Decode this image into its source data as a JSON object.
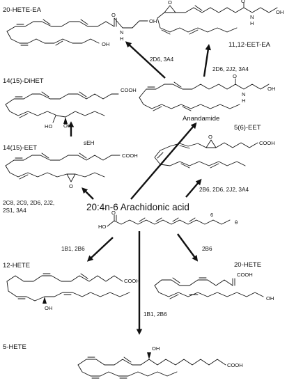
{
  "compounds": {
    "hete_ea_20": {
      "name": "20-HETE-EA",
      "oh": "OH",
      "carbonyl_o": "O",
      "amide_nh": "N",
      "amide_h": "H",
      "terminal_oh": "OH"
    },
    "eet_ea_1112": {
      "name": "11,12-EET-EA",
      "carbonyl_o": "O",
      "amide_nh": "N",
      "amide_h": "H",
      "terminal_oh": "OH",
      "epoxide_o": "O"
    },
    "dihet_1415": {
      "name": "14(15)-DiHET",
      "acid": "COOH",
      "oh_left": "HO",
      "oh_right": "OH"
    },
    "anandamide": {
      "name": "Anandamide",
      "carbonyl_o": "O",
      "amide_nh": "N",
      "amide_h": "H",
      "terminal_oh": "OH"
    },
    "eet_1415": {
      "name": "14(15)-EET",
      "acid": "COOH",
      "epoxide_o": "O"
    },
    "eet_56": {
      "name": "5(6)-EET",
      "acid": "COOH",
      "epoxide_o": "O"
    },
    "arachidonic": {
      "name": "20:4n-6  Arachidonic acid",
      "ho": "HO",
      "carbonyl_o": "O",
      "n_position": "6",
      "omega": "θ"
    },
    "hete_12": {
      "name": "12-HETE",
      "acid": "COOH",
      "oh": "OH"
    },
    "hete_20": {
      "name": "20-HETE",
      "acid": "COOH",
      "oh": "OH"
    },
    "hete_5": {
      "name": "5-HETE",
      "acid": "COOH",
      "oh": "OH"
    }
  },
  "enzymes": {
    "to_20hete_ea": "2D6, 3A4",
    "to_1112eet_ea": "2D6, 2J2, 3A4",
    "to_dihet": "sEH",
    "to_1415eet_line1": "2C8, 2C9, 2D6, 2J2,",
    "to_1415eet_line2": "2S1, 3A4",
    "to_56eet": "2B6, 2D6, 2J2, 3A4",
    "to_12hete": "1B1, 2B6",
    "to_20hete": "2B6",
    "to_5hete": "1B1, 2B6"
  }
}
